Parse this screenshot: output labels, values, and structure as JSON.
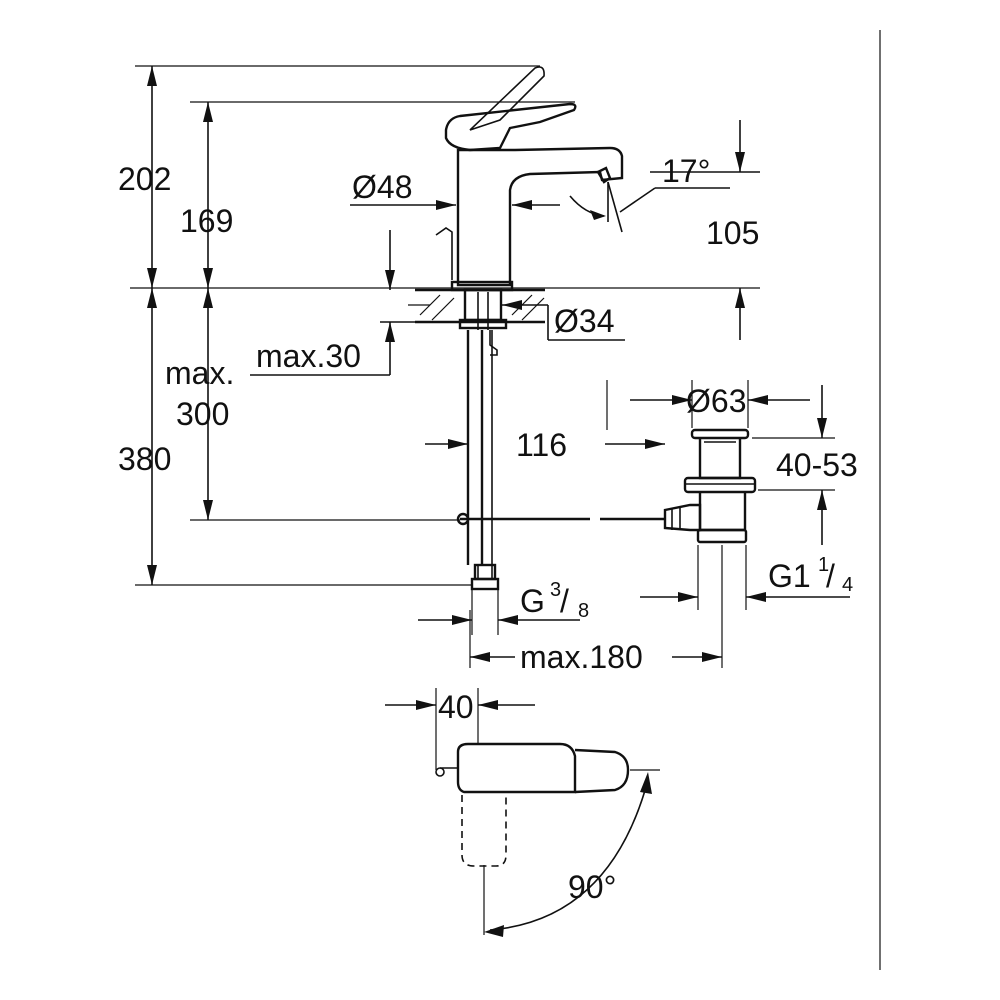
{
  "dimensions": {
    "total_height": "202",
    "spout_height": "169",
    "body_diameter": "Ø48",
    "spout_angle": "17°",
    "spout_reach": "105",
    "mount_hole": "Ø34",
    "countertop_thickness": "max.30",
    "hose_length_label": "max.",
    "hose_length_value": "300",
    "below_deck_height": "380",
    "waste_offset": "116",
    "waste_diameter": "Ø63",
    "waste_height": "40-53",
    "waste_thread_main": "G1",
    "waste_thread_num": "1",
    "waste_thread_den": "4",
    "supply_thread_main": "G",
    "supply_thread_num": "3",
    "supply_thread_den": "8",
    "max_spread": "max.180",
    "lever_offset": "40",
    "lever_rotation": "90°"
  },
  "colors": {
    "line": "#111111",
    "background": "#ffffff"
  }
}
